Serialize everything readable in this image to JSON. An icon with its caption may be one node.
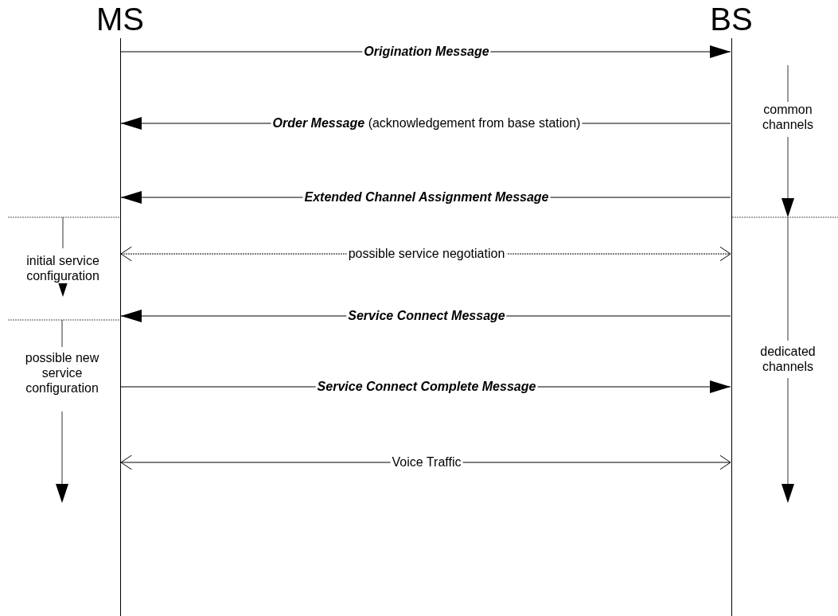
{
  "diagram": {
    "nodes": [
      {
        "text": [
          "MS"
        ]
      },
      {
        "text": [
          "BS"
        ]
      }
    ],
    "edges": [
      {
        "from": 0,
        "to": 1,
        "arrow": "to",
        "label": "Origination Message"
      },
      {
        "from": 1,
        "to": 0,
        "arrow": "to",
        "label": "**Order Message** (acknowledgement from base station)"
      },
      {
        "from": 1,
        "to": 0,
        "arrow": "to",
        "label": "Extended Channel Assignment Message"
      },
      {
        "from": 0,
        "to": 1,
        "arrow": "both",
        "label": "possible service negotiation",
        "style": "dashed"
      },
      {
        "from": 1,
        "to": 0,
        "arrow": "to",
        "label": "Service Connect Message"
      },
      {
        "from": 0,
        "to": 1,
        "arrow": "to",
        "label": "Service Connect Complete Message"
      },
      {
        "from": 0,
        "to": 1,
        "arrow": "both",
        "label": "Voice Traffic"
      }
    ],
    "labels": [
      "common channels",
      "initial service configuration",
      "dedicated channels",
      "possible new service configuration"
    ]
  }
}
